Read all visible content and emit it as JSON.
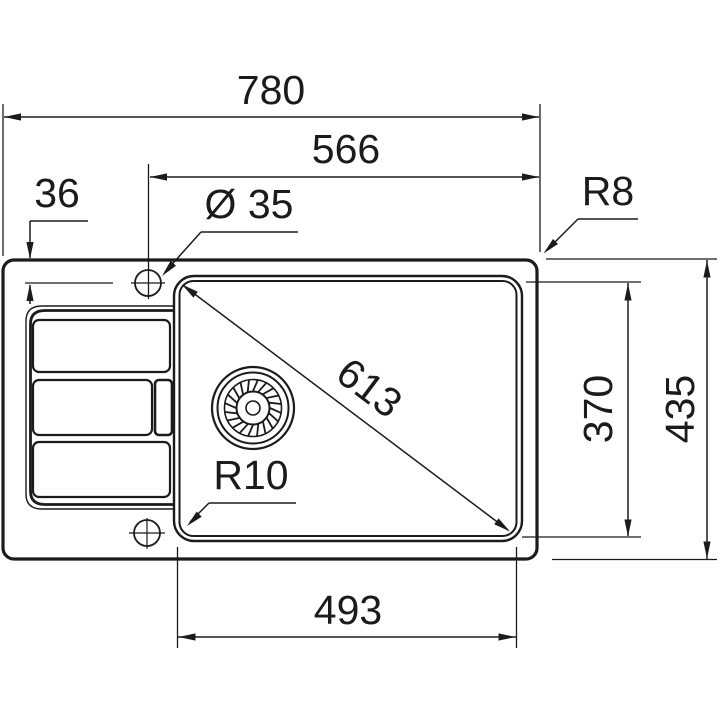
{
  "page": {
    "background": "#ffffff",
    "description": "Technical dimension drawing, top view of a kitchen sink with left drainboard, right bowl, drain strainer and two tap holes"
  },
  "drawing": {
    "line_color": "#1b1b1b",
    "dimensions": {
      "overall_length": "780",
      "tap_center_to_right_edge": "566",
      "rim_to_tap_center": "36",
      "tap_hole_diameter": "Ø 35",
      "outer_corner_radius": "R8",
      "bowl_diagonal": "613",
      "bowl_width": "370",
      "overall_depth": "435",
      "bowl_corner_radius": "R10",
      "bowl_length": "493"
    }
  }
}
